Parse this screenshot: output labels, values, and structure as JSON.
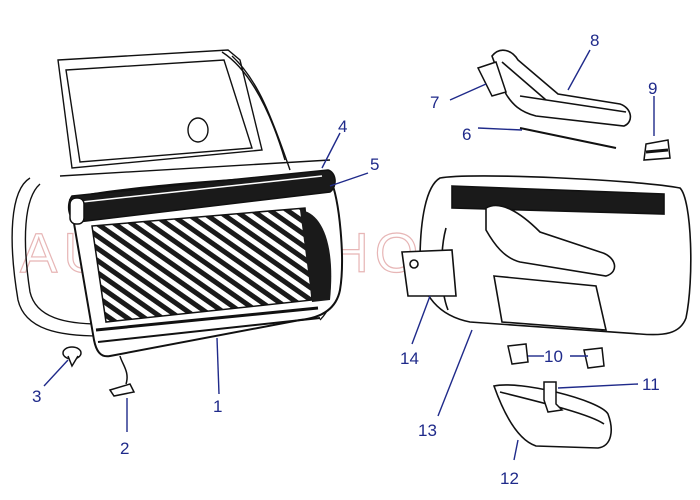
{
  "diagram": {
    "watermark": "AUTOTI-SHOP",
    "colors": {
      "line": "#111111",
      "number": "#1f2a8a",
      "leader": "#1f2a8a",
      "watermark": "#e7b6b6"
    },
    "callouts": [
      {
        "id": "1",
        "label": "1"
      },
      {
        "id": "2",
        "label": "2"
      },
      {
        "id": "3",
        "label": "3"
      },
      {
        "id": "4",
        "label": "4"
      },
      {
        "id": "5",
        "label": "5"
      },
      {
        "id": "6",
        "label": "6"
      },
      {
        "id": "7",
        "label": "7"
      },
      {
        "id": "8",
        "label": "8"
      },
      {
        "id": "9",
        "label": "9"
      },
      {
        "id": "10",
        "label": "10"
      },
      {
        "id": "11",
        "label": "11"
      },
      {
        "id": "12",
        "label": "12"
      },
      {
        "id": "13",
        "label": "13"
      },
      {
        "id": "14",
        "label": "14"
      }
    ]
  }
}
